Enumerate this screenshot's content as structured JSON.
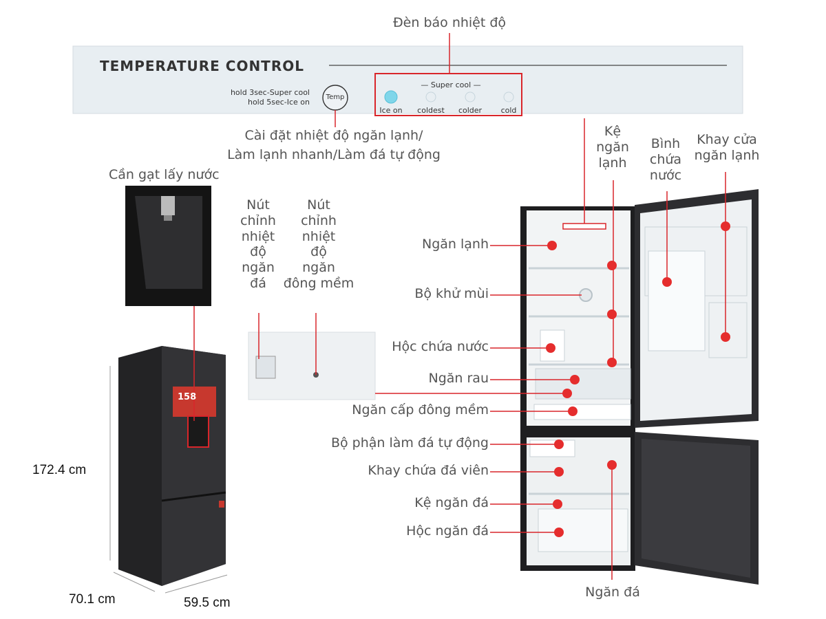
{
  "panel": {
    "title": "TEMPERATURE CONTROL",
    "hold1": "hold 3sec-Super cool",
    "hold2": "hold 5sec-Ice on",
    "temp_button": "Temp",
    "super_cool": "— Super cool —",
    "indicators": [
      "Ice on",
      "coldest",
      "colder",
      "cold"
    ]
  },
  "labels": {
    "den_bao": "Đèn báo nhiệt độ",
    "cai_dat_1": "Cài đặt nhiệt độ ngăn lạnh/",
    "cai_dat_2": "Làm lạnh nhanh/Làm đá tự động",
    "can_gat": "Cần gạt lấy nước",
    "nut_da": [
      "Nút",
      "chỉnh",
      "nhiệt",
      "độ",
      "ngăn",
      "đá"
    ],
    "nut_mem": [
      "Nút",
      "chỉnh",
      "nhiệt",
      "độ",
      "ngăn",
      "đông mềm"
    ],
    "ke_ngan_lanh": [
      "Kệ",
      "ngăn",
      "lạnh"
    ],
    "binh_chua": [
      "Bình",
      "chứa",
      "nước"
    ],
    "khay_cua": [
      "Khay cửa",
      "ngăn lạnh"
    ],
    "ngan_lanh": "Ngăn lạnh",
    "bo_khu_mui": "Bộ khử mùi",
    "hoc_chua_nuoc": "Hộc chứa nước",
    "ngan_rau": "Ngăn rau",
    "ngan_cap_dong": "Ngăn cấp đông mềm",
    "bo_phan_da": "Bộ phận làm đá tự động",
    "khay_da_vien": "Khay chứa đá viên",
    "ke_ngan_da": "Kệ ngăn đá",
    "hoc_ngan_da": "Hộc ngăn đá",
    "ngan_da": "Ngăn đá"
  },
  "dimensions": {
    "height": "172.4 cm",
    "depth": "70.1 cm",
    "width": "59.5 cm"
  },
  "fridge_display": "158",
  "colors": {
    "callout": "#d9252a",
    "fridge_body": "#2b2b2d",
    "panel_bg": "#e9eef2"
  }
}
